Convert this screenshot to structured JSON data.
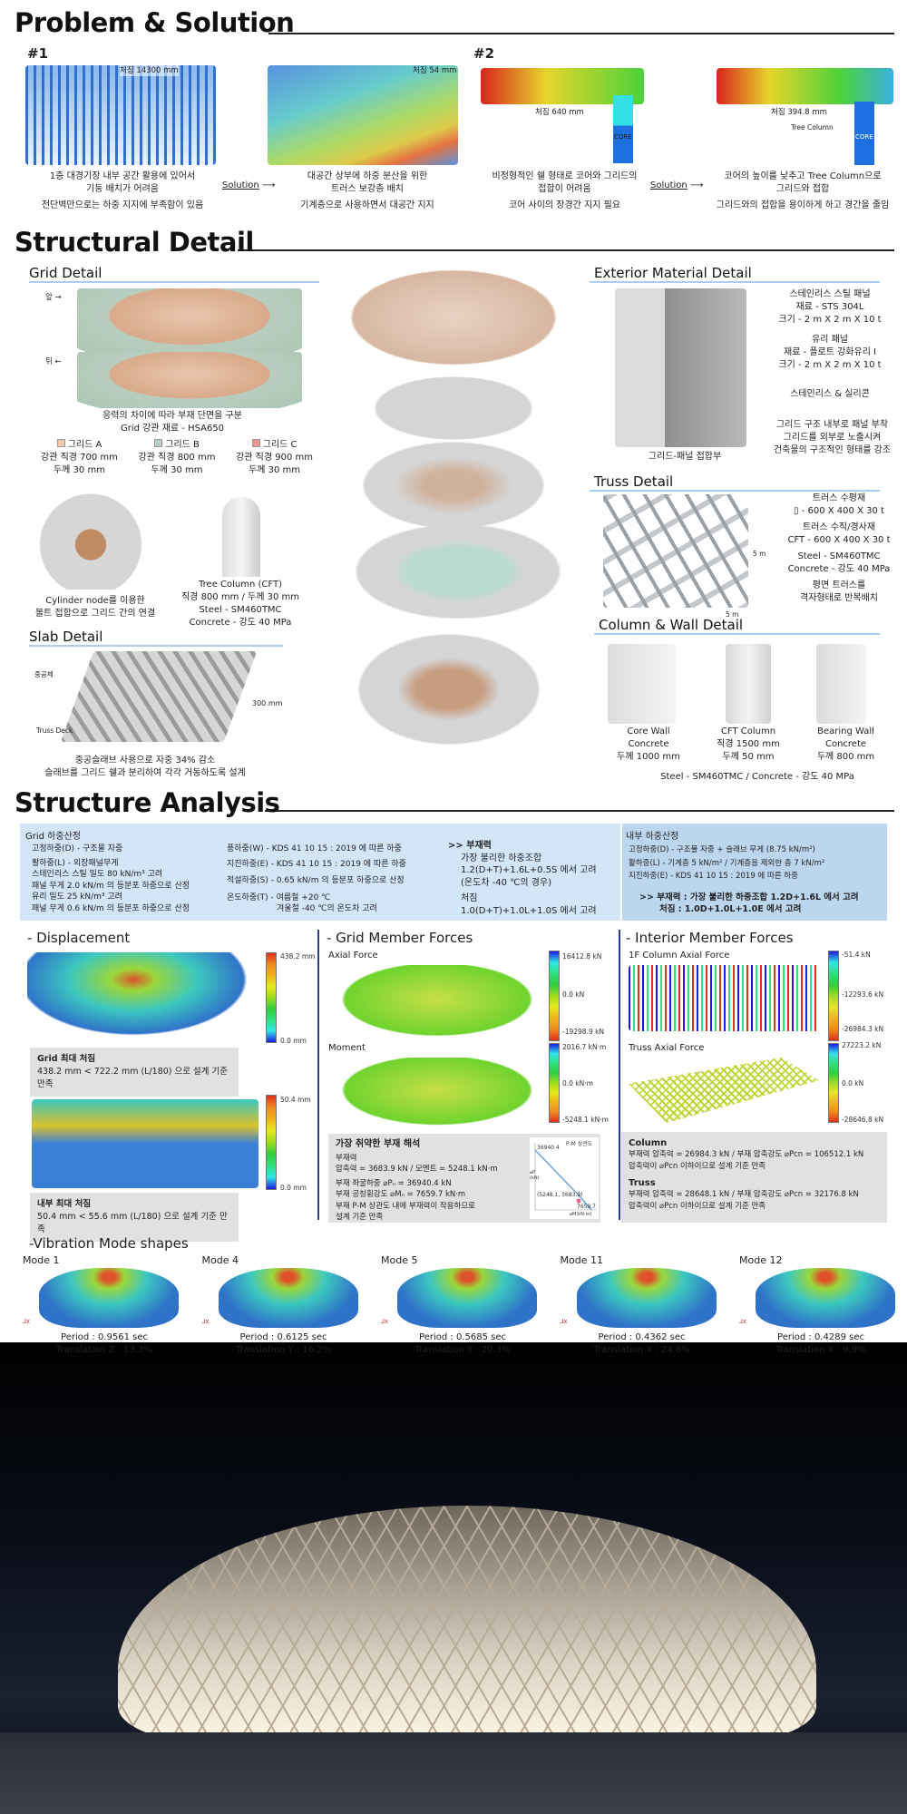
{
  "problem": {
    "title": "Problem & Solution",
    "case1": "#1",
    "case2": "#2",
    "img1_label": "처짐 14300 mm",
    "img2_label": "처짐 54 mm",
    "img3_label": "처짐 640 mm",
    "img4_label": "처짐 394.8 mm",
    "core": "CORE",
    "tree_column": "Tree Column",
    "t1": [
      "1층 대경기장 내부 공간 활용에 있어서",
      "기둥 배치가 어려움",
      "전단벽만으로는 하중 지지에 부족함이 있음"
    ],
    "t2": [
      "대공간 상부에 하중 분산을 위한",
      "트러스 보강층 배치",
      "기계층으로 사용하면서 대공간 지지"
    ],
    "t3": [
      "비정형적인 쉘 형태로 코어와 그리드의",
      "접합이 어려움",
      "코어 사이의 장경간 지지 필요"
    ],
    "t4": [
      "코어의 높이를 낮추고 Tree Column으로",
      "그리드와 접합",
      "그리드와의 접합을 용이하게 하고 경간을 줄임"
    ],
    "solution": "Solution"
  },
  "structural": {
    "title": "Structural Detail",
    "grid": {
      "title": "Grid Detail",
      "front": "앞 →",
      "back": "뒤 ←",
      "caption1": "응력의 차이에 따라 부재 단면을 구분",
      "caption2": "Grid 강관 재료 - HSA650",
      "types": [
        {
          "name": "그리드 A",
          "dia": "강관 직경 700 mm",
          "th": "두께 30 mm",
          "color": "#efc8ad"
        },
        {
          "name": "그리드 B",
          "dia": "강관 직경 800 mm",
          "th": "두께 30 mm",
          "color": "#b8cfbf"
        },
        {
          "name": "그리드 C",
          "dia": "강관 직경 900 mm",
          "th": "두께 30 mm",
          "color": "#e9968a"
        }
      ],
      "node": [
        "Cylinder node를 이용한",
        "볼트 접합으로 그리드 간의 연결"
      ],
      "tree": [
        "Tree Column (CFT)",
        "직경 800 mm / 두께 30 mm",
        "Steel - SM460TMC",
        "Concrete - 강도 40 MPa"
      ]
    },
    "slab": {
      "title": "Slab Detail",
      "void": "중공체",
      "deck": "Truss Deck",
      "depth": "300 mm",
      "caption": [
        "중공슬래브 사용으로 자중 34% 감소",
        "슬래브를 그리드 쉘과 분리하여 각각 거동하도록 설계"
      ]
    },
    "exterior": {
      "title": "Exterior Material Detail",
      "steel": [
        "스테인리스 스틸 패널",
        "재료 - STS 304L",
        "크기 - 2 m X 2 m X 10 t"
      ],
      "glass": [
        "유리 패널",
        "재료 - 플로트 강화유리 Ⅰ",
        "크기 - 2 m X 2 m X 10 t"
      ],
      "joint": "스테인리스 & 실리콘",
      "desc": [
        "그리드 구조 내부로 패널 부착",
        "그리드를 외부로 노출시켜",
        "건축물의 구조적인 형태를 강조"
      ],
      "caption": "그리드-패널 접합부"
    },
    "truss": {
      "title": "Truss Detail",
      "dim": "5 m",
      "lines": [
        "트러스 수평재",
        "▯ - 600 X 400 X 30 t",
        "트러스 수직/경사재",
        "CFT - 600 X 400 X 30 t",
        "Steel - SM460TMC",
        "Concrete - 강도 40 MPa",
        "평면 트러스를",
        "격자형태로 반복배치"
      ]
    },
    "column": {
      "title": "Column & Wall Detail",
      "items": [
        [
          "Core Wall",
          "Concrete",
          "두께 1000 mm"
        ],
        [
          "CFT Column",
          "직경 1500 mm",
          "두께 50 mm"
        ],
        [
          "Bearing Wall",
          "Concrete",
          "두께 800 mm"
        ]
      ],
      "footer": "Steel - SM460TMC / Concrete - 강도 40 MPa"
    }
  },
  "analysis": {
    "title": "Structure Analysis",
    "grid_load": {
      "title": "Grid 하중산정",
      "left": [
        "고정하중(D) - 구조물 자중",
        "활하중(L) - 외장패널무게",
        "스테인리스 스틸 밀도 80 kN/m³ 고려",
        "패널 무게 2.0 kN/m 의 등분포 하중으로 산정",
        "유리 밀도 25 kN/m³ 고려",
        "패널 무게 0.6 kN/m 의 등분포 하중으로 산정"
      ],
      "right": [
        "풍하중(W) - KDS 41 10 15 : 2019 에 따른 하중",
        "지진하중(E) - KDS 41 10 15 : 2019 에 따른 하중",
        "적설하중(S) - 0.65 kN/m 의 등분포 하중으로 산정",
        "온도하중(T) - 여름철 +20 ℃",
        "겨울철 -40 ℃의 온도차 고려"
      ],
      "combo": [
        ">> 부재력",
        "가장 불리한 하중조합",
        "1.2(D+T)+1.6L+0.5S 에서 고려",
        "(온도차 -40 ℃의 경우)",
        "처짐",
        "1.0(D+T)+1.0L+1.0S 에서 고려"
      ]
    },
    "inner_load": {
      "title": "내부 하중산정",
      "lines": [
        "고정하중(D) - 구조물 자중 + 슬래브 무게 (8.75 kN/m²)",
        "활하중(L) -  기계층 5 kN/m²  / 기계층을 제외한 층 7 kN/m²",
        "지진하중(E) - KDS 41 10 15 : 2019 에 따른 하중"
      ],
      "combo": [
        ">> 부재력 : 가장 불리한 하중조합 1.2D+1.6L 에서 고려",
        "처짐 : 1.0D+1.0L+1.0E 에서 고려"
      ]
    },
    "displacement": {
      "title": "- Displacement",
      "legend1": [
        "438.2 mm",
        "0.0 mm"
      ],
      "legend2": [
        "50.4 mm",
        "0.0 mm"
      ],
      "box1": [
        "Grid 최대 처짐",
        "438.2 mm < 722.2 mm (L/180) 으로 설계 기준 만족"
      ],
      "box2": [
        "내부 최대 처짐",
        "50.4 mm < 55.6 mm (L/180) 으로 설계 기준 만족"
      ]
    },
    "grid_forces": {
      "title": "- Grid Member Forces",
      "axial": "Axial Force",
      "axial_legend": [
        "16412.8 kN",
        "0.0 kN",
        "-19298.9 kN"
      ],
      "moment": "Moment",
      "moment_legend": [
        "2016.7 kN·m",
        "0.0 kN·m",
        "-5248.1 kN·m"
      ],
      "weak": {
        "title": "가장 취약한 부재 해석",
        "lines": [
          "부재력",
          "압축력 = 3683.9 kN / 모멘트 = 5248.1 kN·m",
          "부재 좌굴하중 ⌀Pₙ = 36940.4 kN",
          "부재 공칭휨강도 ⌀Mₙ = 7659.7 kN·m",
          "부재 P-M 상관도 내에 부재력이 작용하므로",
          "설계 기준 만족"
        ]
      },
      "pm": {
        "title": "P-M 상관도",
        "y_top": "36940.4",
        "point": "(5248.1, 3683.9)",
        "x_end": "7659.7",
        "ylabel": "⌀P (kN)",
        "xlabel": "⌀M(kN·m)"
      }
    },
    "interior_forces": {
      "title": "- Interior Member Forces",
      "column": "1F Column Axial Force",
      "column_legend": [
        "-51.4 kN",
        "-12293.6 kN",
        "-26984.3 kN"
      ],
      "truss": "Truss Axial Force",
      "truss_legend": [
        "27223.2 kN",
        "0.0 kN",
        "-28646.8 kN"
      ],
      "box": {
        "col_title": "Column",
        "col": [
          "부재력 압축력 = 26984.3 kN  / 부재 압축강도 ⌀Pcn = 106512.1 kN",
          "압축력이 ⌀Pcn 이하이므로 설계 기준 만족"
        ],
        "truss_title": "Truss",
        "truss": [
          "부재력 압축력 = 28648.1 kN  / 부재 압축강도 ⌀Pcn = 32176.8 kN",
          "압축력이 ⌀Pcn 이하이므로 설계 기준 만족"
        ]
      }
    },
    "vibration": {
      "title": "-Vibration Mode shapes",
      "modes": [
        {
          "name": "Mode 1",
          "period": "Period : 0.9561 sec",
          "trans": "Translation Z : 13.3%"
        },
        {
          "name": "Mode 4",
          "period": "Period : 0.6125 sec",
          "trans": "Translation Y : 16.2%"
        },
        {
          "name": "Mode 5",
          "period": "Period : 0.5685 sec",
          "trans": "Translation Y : 20.3%"
        },
        {
          "name": "Mode 11",
          "period": "Period : 0.4362 sec",
          "trans": "Translation X : 24.6%"
        },
        {
          "name": "Mode 12",
          "period": "Period : 0.4289 sec",
          "trans": "Translation X : 9.9%"
        }
      ]
    }
  }
}
